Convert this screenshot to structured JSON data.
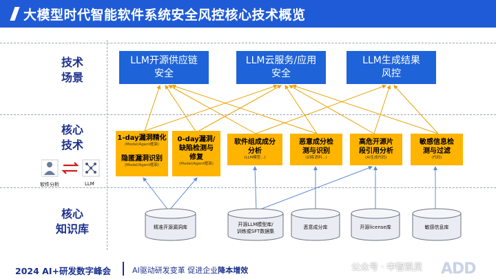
{
  "title": "大模型时代智能软件系统安全风控核心技术概览",
  "rows": {
    "scenario": [
      "技术",
      "场景"
    ],
    "tech": [
      "核心",
      "技术"
    ],
    "kb": [
      "核心",
      "知识库"
    ]
  },
  "scenarios": [
    {
      "line1": "LLM开源供应链",
      "line2": "安全"
    },
    {
      "line1": "LLM云服务/应用",
      "line2": "安全"
    },
    {
      "line1": "LLM生成结果",
      "line2": "风控"
    }
  ],
  "techs": [
    {
      "main1": "1-day漏洞精化",
      "sub1": "(Model/Agent框架)",
      "main2": "隐匿漏洞识别",
      "sub2": "(Model/Agent框架)"
    },
    {
      "main1": "0-day漏洞/",
      "main2": "缺陷检测与",
      "main3": "修复",
      "sub": "(Model/Agent框架)"
    },
    {
      "main1": "软件组成成分",
      "main2": "分析",
      "sub": "(LLM模型...)"
    },
    {
      "main1": "恶意成分检",
      "main2": "测与识别",
      "sub": "(训练语料...)"
    },
    {
      "main1": "高危开源片",
      "main2": "段引用分析",
      "sub": "(AI生成代码)"
    },
    {
      "main1": "敏感信息检",
      "main2": "测与过滤",
      "sub": "(代码)"
    }
  ],
  "databases": [
    {
      "line1": "精准开源漏洞库",
      "line2": ""
    },
    {
      "line1": "开源LLM模型库/",
      "line2": "训练或SFT数据集"
    },
    {
      "line1": "恶意成分库",
      "line2": ""
    },
    {
      "line1": "开源license库",
      "line2": ""
    },
    {
      "line1": "敏感信息库",
      "line2": ""
    }
  ],
  "left_panel": {
    "analysis_label": "软件分析",
    "llm_label": "LLM"
  },
  "footer": {
    "event": "2024 AI+研发数字峰会",
    "slogan_prefix": "AI驱动研发变革  促进企业",
    "slogan_bold": "降本增效",
    "watermark": "公众号 · 中智凯灵",
    "logo": "ADD"
  },
  "colors": {
    "header": "#1f5bd6",
    "scene_box": "#1e63d8",
    "tech_box": "#ffb400",
    "label": "#1a2f8c"
  }
}
